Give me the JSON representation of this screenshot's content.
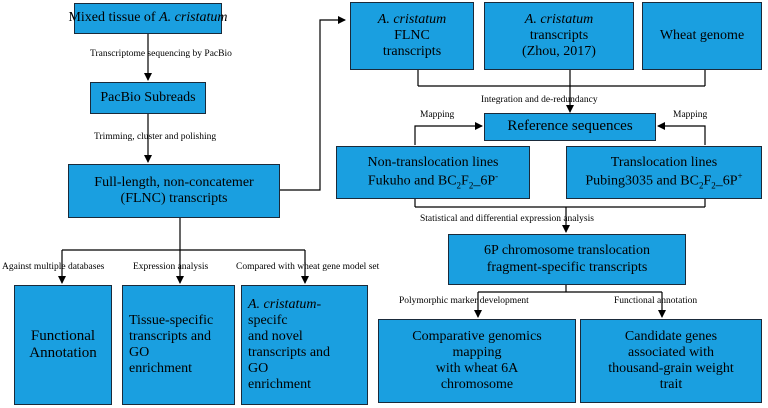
{
  "boxes": {
    "mixed_tissue": {
      "pre": "Mixed tissue of ",
      "italic": "A. cristatum"
    },
    "pacbio_subreads": {
      "text": "PacBio Subreads"
    },
    "flnc": {
      "line1": "Full-length, non-concatemer",
      "line2": "(FLNC) transcripts"
    },
    "ac_flnc": {
      "line1": "A. cristatum",
      "line2": "FLNC",
      "line3": "transcripts"
    },
    "ac_transcripts": {
      "line1": "A. cristatum",
      "line2": "transcripts",
      "line3": "(Zhou, 2017)"
    },
    "wheat_genome": {
      "text": "Wheat genome"
    },
    "reference": {
      "text": "Reference sequences"
    },
    "non_translocation": {
      "line1": "Non-translocation lines",
      "line2_a": "Fukuho and BC",
      "line2_sub1": "2",
      "line2_b": "F",
      "line2_sub2": "2",
      "line2_c": "_6P",
      "line2_sup": "-"
    },
    "translocation": {
      "line1": "Translocation lines",
      "line2_a": "Pubing3035 and BC",
      "line2_sub1": "2",
      "line2_b": "F",
      "line2_sub2": "2",
      "line2_c": "_6P",
      "line2_sup": "+"
    },
    "fragment_specific": {
      "line1": "6P chromosome  translocation",
      "line2": "fragment-specific transcripts"
    },
    "functional_annotation": {
      "line1": "Functional",
      "line2": "Annotation"
    },
    "tissue_specific": {
      "line1": "Tissue-specific",
      "line2": "transcripts and",
      "line3": "GO",
      "line4": "enrichment"
    },
    "ac_specific": {
      "line1": "A. cristatum-",
      "line2": "specifc",
      "line3": "and novel",
      "line4": "transcripts and",
      "line5": "GO",
      "line6": "enrichment"
    },
    "comparative": {
      "line1": "Comparative genomics",
      "line2": "mapping",
      "line3": "with wheat 6A",
      "line4": "chromosome"
    },
    "candidate": {
      "line1": "Candidate genes",
      "line2": "associated with",
      "line3": "thousand-grain weight",
      "line4": "trait"
    }
  },
  "labels": {
    "transcriptome_seq": "Transcriptome sequencing by PacBio",
    "trimming": "Trimming, cluster and polishing",
    "integration": "Integration and de-redundancy",
    "mapping_left": "Mapping",
    "mapping_right": "Mapping",
    "statistical": "Statistical and differential expression analysis",
    "against_db": "Against multiple databases",
    "expression": "Expression analysis",
    "compared": "Compared with wheat gene model set",
    "polymorphic": "Polymorphic marker development",
    "functional_annot": "Functional annotation"
  },
  "colors": {
    "box_fill": "#1a9fe0",
    "box_border": "#1a2a3a",
    "line": "#000000"
  }
}
